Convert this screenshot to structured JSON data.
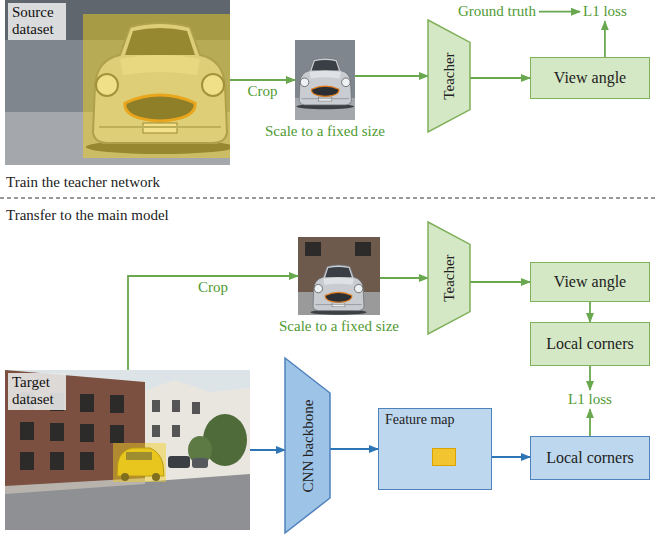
{
  "diagram": {
    "nodes": [
      {
        "text": [
          "Source dataset"
        ]
      },
      {
        "text": [
          "Scale to a fixed size"
        ]
      },
      {
        "text": [
          "Teacher"
        ]
      },
      {
        "text": [
          "View angle"
        ]
      },
      {
        "text": [
          "Scale to a fixed size"
        ]
      },
      {
        "text": [
          "Teacher"
        ]
      },
      {
        "text": [
          "View angle"
        ]
      },
      {
        "text": [
          "Local corners"
        ]
      },
      {
        "text": [
          "Target dataset"
        ]
      },
      {
        "text": [
          "CNN backbone"
        ]
      },
      {
        "text": [
          "Feature map"
        ]
      },
      {
        "text": [
          "Local corners"
        ]
      }
    ],
    "edges": [
      {
        "from": 0,
        "to": 1,
        "label": "Crop",
        "arrow": "to"
      },
      {
        "from": 1,
        "to": 2,
        "arrow": "to"
      },
      {
        "from": 2,
        "to": 3,
        "arrow": "to"
      },
      {
        "from": 8,
        "to": 4,
        "label": "Crop",
        "arrow": "to"
      },
      {
        "from": 4,
        "to": 5,
        "arrow": "to"
      },
      {
        "from": 5,
        "to": 6,
        "arrow": "to"
      },
      {
        "from": 6,
        "to": 7,
        "arrow": "to"
      },
      {
        "from": 8,
        "to": 9,
        "arrow": "to"
      },
      {
        "from": 9,
        "to": 10,
        "arrow": "to"
      },
      {
        "from": 10,
        "to": 11,
        "arrow": "to"
      }
    ],
    "labels": [
      "Ground truth",
      "L1 loss",
      "Train the teacher network",
      "Transfer to the main model",
      "L1 loss"
    ]
  }
}
